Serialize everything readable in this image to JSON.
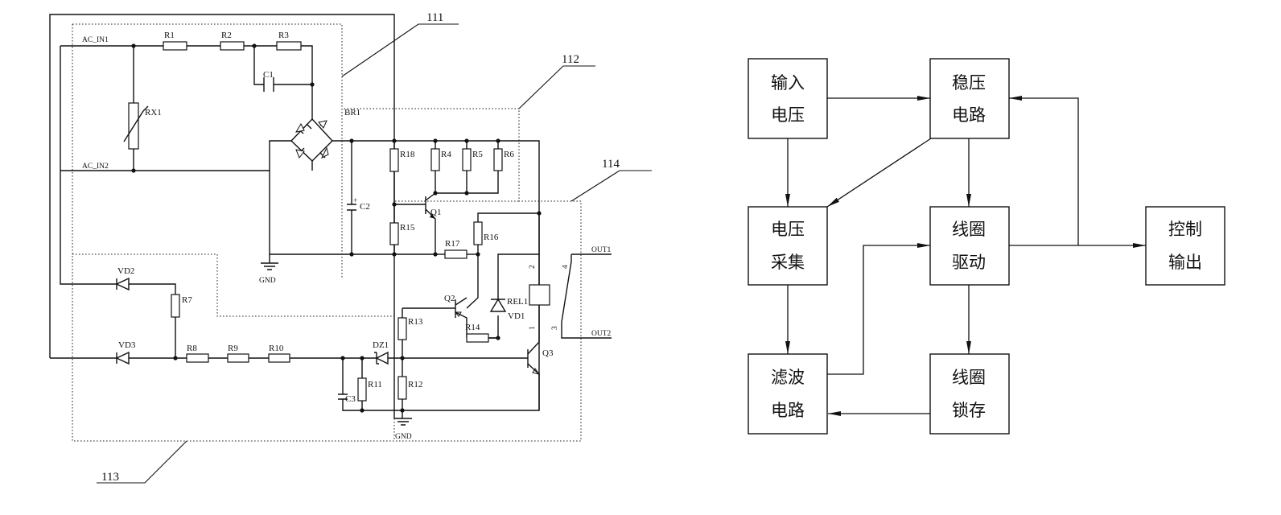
{
  "circuit": {
    "callouts": [
      "111",
      "112",
      "113",
      "114"
    ],
    "nets": {
      "ac_in1": "AC_IN1",
      "ac_in2": "AC_IN2",
      "out1": "OUT1",
      "out2": "OUT2",
      "gnd_top": "GND",
      "gnd_bottom": "GND"
    },
    "bridge": "BR1",
    "resistors": [
      "R1",
      "R2",
      "R3",
      "R4",
      "R5",
      "R6",
      "R7",
      "R8",
      "R9",
      "R10",
      "R11",
      "R12",
      "R13",
      "R14",
      "R15",
      "R16",
      "R17",
      "R18"
    ],
    "varistor": "RX1",
    "capacitors": [
      "C1",
      "C2",
      "C3"
    ],
    "diodes": [
      "VD1",
      "VD2",
      "VD3"
    ],
    "zener": "DZ1",
    "transistors": [
      "Q1",
      "Q2",
      "Q3"
    ],
    "relay": {
      "name": "REL1",
      "pins": [
        "1",
        "2",
        "3",
        "4"
      ]
    }
  },
  "block_diagram": {
    "input": [
      "输入",
      "电压"
    ],
    "regulator": [
      "稳压",
      "电路"
    ],
    "sampling": [
      "电压",
      "采集"
    ],
    "coil_drive": [
      "线圈",
      "驱动"
    ],
    "control_out": [
      "控制",
      "输出"
    ],
    "filter": [
      "滤波",
      "电路"
    ],
    "coil_latch": [
      "线圈",
      "锁存"
    ]
  }
}
